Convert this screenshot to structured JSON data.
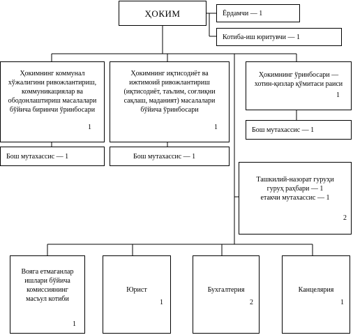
{
  "diagram": {
    "head": {
      "title": "ҲОКИМ"
    },
    "assistant": {
      "label": "Ёрдамчи — 1"
    },
    "secretary": {
      "label": "Котиба-иш юритувчи — 1"
    },
    "deputy_1": {
      "label": "Ҳокимнинг коммунал хўжалигини ривожлантириш, коммуникациялар ва ободонлаштириш масалалари бўйича биринчи ўринбосари",
      "count": "1"
    },
    "deputy_2": {
      "label": "Ҳокимнинг иқтисодиёт ва ижтимоий ривожлантириш (иқтисодиёт, таълим, соғлиқни сақлаш, маданият) масалалари бўйича ўринбосари",
      "count": "1"
    },
    "deputy_3": {
      "label": "Ҳокимнинг ўринбосари — хотин-қизлар қўмитаси раиси",
      "count": "1"
    },
    "specialist_1": {
      "label": "Бош мутахассис — 1"
    },
    "specialist_2": {
      "label": "Бош мутахассис — 1"
    },
    "specialist_3": {
      "label": "Бош мутахассис — 1"
    },
    "control_group": {
      "line1": "Ташкилий-назорат гуруҳи",
      "line2": "гуруҳ раҳбари — 1",
      "line3": "етакчи мутахассис — 1",
      "count": "2"
    },
    "commission": {
      "label": "Вояга етмаганлар ишлари бўйича комиссиянинг масъул котиби",
      "count": "1"
    },
    "lawyer": {
      "label": "Юрист",
      "count": "1"
    },
    "accounting": {
      "label": "Бухгалтерия",
      "count": "2"
    },
    "office": {
      "label": "Канцелярия",
      "count": "1"
    }
  }
}
